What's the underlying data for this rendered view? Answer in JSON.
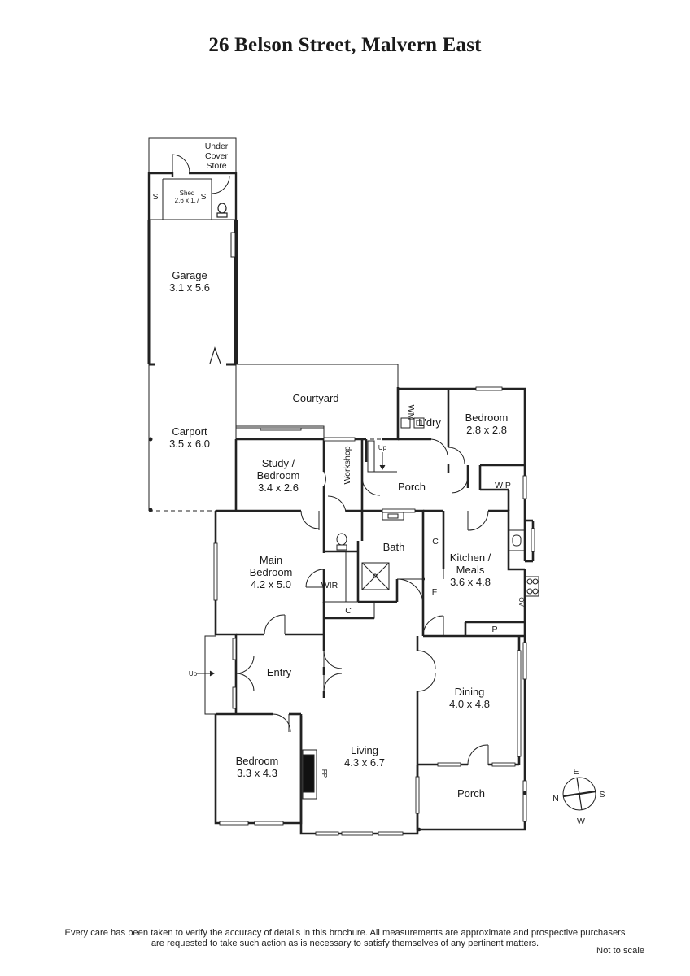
{
  "title": "26 Belson Street, Malvern East",
  "rooms": {
    "under_cover_store": [
      "Under",
      "Cover",
      "Store"
    ],
    "shed": {
      "name": "Shed",
      "dims": "2.6 x 1.7"
    },
    "shed_s": "S",
    "garage": {
      "name": "Garage",
      "dims": "3.1 x 5.6"
    },
    "carport": {
      "name": "Carport",
      "dims": "3.5 x 6.0"
    },
    "courtyard": {
      "name": "Courtyard"
    },
    "laundry": {
      "name": "L'dry"
    },
    "wm": "WM",
    "bedroom_rear": {
      "name": "Bedroom",
      "dims": "2.8 x 2.8"
    },
    "study": {
      "name_line1": "Study /",
      "name_line2": "Bedroom",
      "dims": "3.4 x 2.6"
    },
    "workshop": "Workshop",
    "up": "Up",
    "porch_rear": {
      "name": "Porch"
    },
    "wip": "WIP",
    "main_bedroom": {
      "name_line1": "Main",
      "name_line2": "Bedroom",
      "dims": "4.2 x 5.0"
    },
    "bath": {
      "name": "Bath"
    },
    "wir": "WIR",
    "c": "C",
    "kitchen": {
      "name_line1": "Kitchen /",
      "name_line2": "Meals",
      "dims": "3.6 x 4.8"
    },
    "f": "F",
    "ov": "OV",
    "p": "P",
    "entry": {
      "name": "Entry"
    },
    "dining": {
      "name": "Dining",
      "dims": "4.0 x 4.8"
    },
    "bedroom_front": {
      "name": "Bedroom",
      "dims": "3.3 x 4.3"
    },
    "living": {
      "name": "Living",
      "dims": "4.3 x 6.7"
    },
    "fp": "FP",
    "porch_front": {
      "name": "Porch"
    }
  },
  "compass": {
    "n": "N",
    "e": "E",
    "s": "S",
    "w": "W"
  },
  "disclaimer": {
    "line1": "Every care has been taken to verify the accuracy of details in this brochure.  All measurements are approximate and prospective purchasers",
    "line2": "are requested to take such action as is necessary to satisfy themselves of any pertinent matters."
  },
  "not_to_scale": "Not to scale"
}
